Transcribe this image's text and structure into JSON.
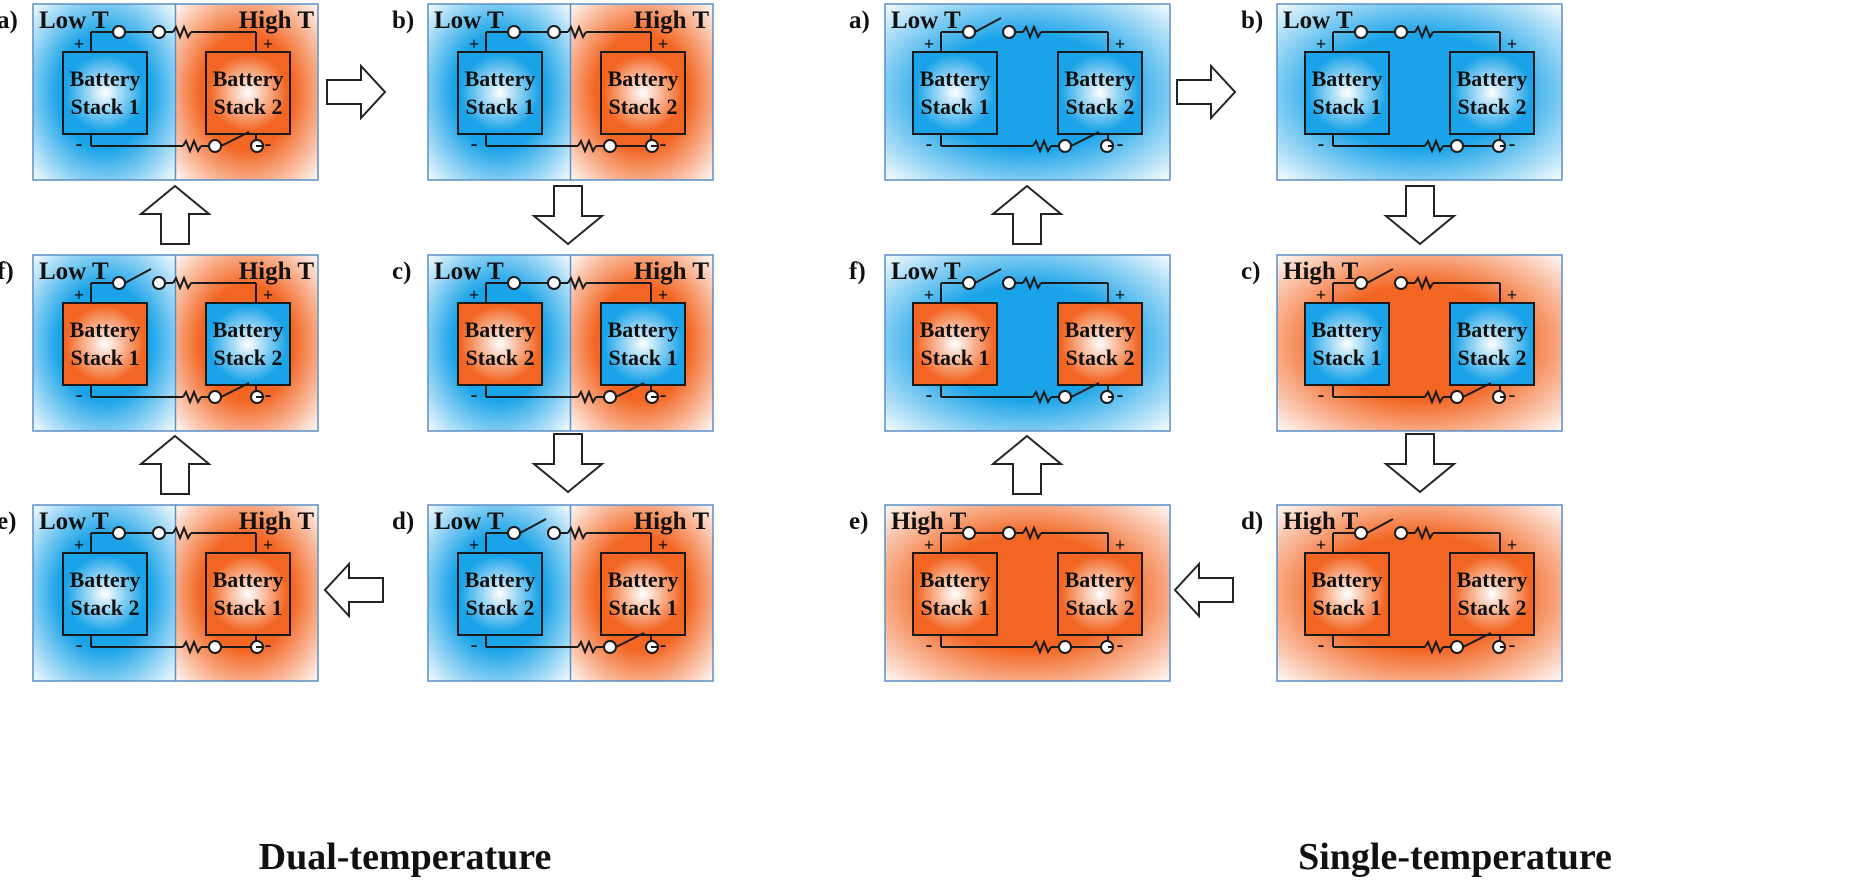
{
  "colors": {
    "cold": "#1aa3e8",
    "hot": "#f26522",
    "wire": "#1a1a1a",
    "frame": "#5b8fc9"
  },
  "labels": {
    "low": "Low T",
    "high": "High T",
    "battery": "Battery",
    "plus": "+",
    "minus": "-"
  },
  "captions": {
    "dual": "Dual-temperature",
    "single": "Single-temperature"
  },
  "dual": {
    "panels": [
      {
        "id": "a",
        "label": "a)",
        "stacks": [
          {
            "name": "Stack 1",
            "fill": "cold"
          },
          {
            "name": "Stack 2",
            "fill": "hot"
          }
        ],
        "top_switch": "closed",
        "bottom_switch": "open"
      },
      {
        "id": "b",
        "label": "b)",
        "stacks": [
          {
            "name": "Stack 1",
            "fill": "cold"
          },
          {
            "name": "Stack 2",
            "fill": "hot"
          }
        ],
        "top_switch": "closed",
        "bottom_switch": "closed"
      },
      {
        "id": "c",
        "label": "c)",
        "stacks": [
          {
            "name": "Stack 2",
            "fill": "hot"
          },
          {
            "name": "Stack 1",
            "fill": "cold"
          }
        ],
        "top_switch": "closed",
        "bottom_switch": "open"
      },
      {
        "id": "d",
        "label": "d)",
        "stacks": [
          {
            "name": "Stack 2",
            "fill": "cold"
          },
          {
            "name": "Stack 1",
            "fill": "hot"
          }
        ],
        "top_switch": "open",
        "bottom_switch": "open"
      },
      {
        "id": "e",
        "label": "e)",
        "stacks": [
          {
            "name": "Stack 2",
            "fill": "cold"
          },
          {
            "name": "Stack 1",
            "fill": "hot"
          }
        ],
        "top_switch": "closed",
        "bottom_switch": "closed"
      },
      {
        "id": "f",
        "label": "f)",
        "stacks": [
          {
            "name": "Stack 1",
            "fill": "hot"
          },
          {
            "name": "Stack 2",
            "fill": "cold"
          }
        ],
        "top_switch": "open",
        "bottom_switch": "open"
      }
    ]
  },
  "single": {
    "panels": [
      {
        "id": "a",
        "label": "a)",
        "env": "low",
        "stacks": [
          {
            "name": "Stack 1",
            "fill": "cold"
          },
          {
            "name": "Stack 2",
            "fill": "cold"
          }
        ],
        "top_switch": "open",
        "bottom_switch": "open"
      },
      {
        "id": "b",
        "label": "b)",
        "env": "low",
        "stacks": [
          {
            "name": "Stack 1",
            "fill": "cold"
          },
          {
            "name": "Stack 2",
            "fill": "cold"
          }
        ],
        "top_switch": "closed",
        "bottom_switch": "closed"
      },
      {
        "id": "c",
        "label": "c)",
        "env": "high",
        "stacks": [
          {
            "name": "Stack 1",
            "fill": "cold"
          },
          {
            "name": "Stack 2",
            "fill": "cold"
          }
        ],
        "top_switch": "open",
        "bottom_switch": "open"
      },
      {
        "id": "d",
        "label": "d)",
        "env": "high",
        "stacks": [
          {
            "name": "Stack 1",
            "fill": "hot"
          },
          {
            "name": "Stack 2",
            "fill": "hot"
          }
        ],
        "top_switch": "open",
        "bottom_switch": "open"
      },
      {
        "id": "e",
        "label": "e)",
        "env": "high",
        "stacks": [
          {
            "name": "Stack 1",
            "fill": "hot"
          },
          {
            "name": "Stack 2",
            "fill": "hot"
          }
        ],
        "top_switch": "closed",
        "bottom_switch": "closed"
      },
      {
        "id": "f",
        "label": "f)",
        "env": "low",
        "stacks": [
          {
            "name": "Stack 1",
            "fill": "hot"
          },
          {
            "name": "Stack 2",
            "fill": "hot"
          }
        ],
        "top_switch": "open",
        "bottom_switch": "open"
      }
    ]
  }
}
